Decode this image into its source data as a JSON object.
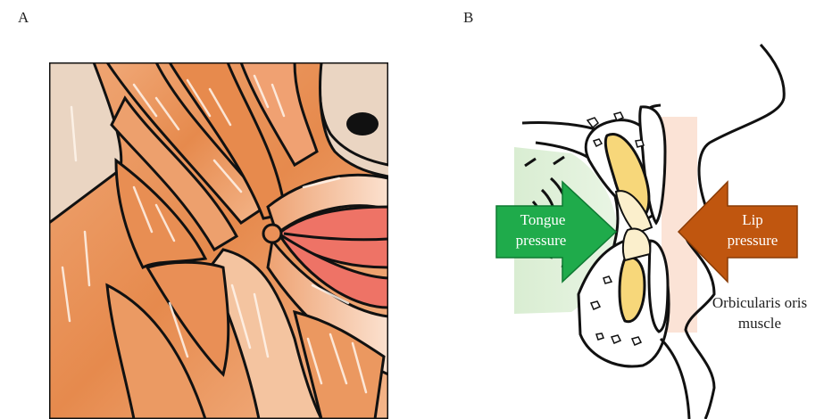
{
  "panels": {
    "a": {
      "letter": "A"
    },
    "b": {
      "letter": "B",
      "tongue_label_line1": "Tongue",
      "tongue_label_line2": "pressure",
      "lip_label_line1": "Lip",
      "lip_label_line2": "pressure",
      "muscle_label_line1": "Orbicularis oris",
      "muscle_label_line2": "muscle"
    }
  },
  "colors": {
    "muscle": "#ee9a5e",
    "muscle_dark": "#d97b3c",
    "skin": "#ead5c2",
    "lip": "#ee7366",
    "tongue_arrow": "#1fab4b",
    "tongue_zone": "#dff0d8",
    "lip_arrow": "#c0560f",
    "lip_zone": "#fbe3d6",
    "tooth": "#f7d77a",
    "outline": "#111111"
  }
}
